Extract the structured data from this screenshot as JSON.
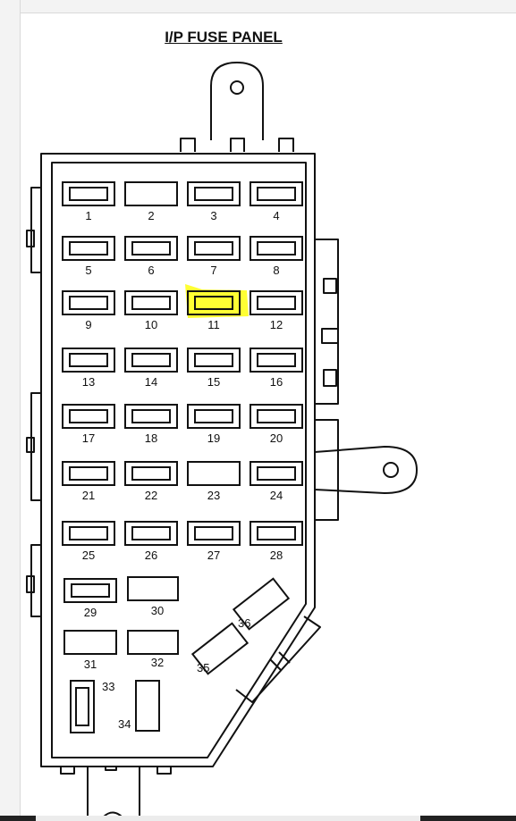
{
  "title": "I/P FUSE PANEL",
  "highlight_color": "#ffff33",
  "highlighted_fuse": "11",
  "fuses": [
    {
      "label": "1",
      "kind": "fuse"
    },
    {
      "label": "2",
      "kind": "relay"
    },
    {
      "label": "3",
      "kind": "fuse"
    },
    {
      "label": "4",
      "kind": "fuse"
    },
    {
      "label": "5",
      "kind": "fuse"
    },
    {
      "label": "6",
      "kind": "fuse"
    },
    {
      "label": "7",
      "kind": "fuse"
    },
    {
      "label": "8",
      "kind": "fuse"
    },
    {
      "label": "9",
      "kind": "fuse"
    },
    {
      "label": "10",
      "kind": "fuse"
    },
    {
      "label": "11",
      "kind": "fuse"
    },
    {
      "label": "12",
      "kind": "fuse"
    },
    {
      "label": "13",
      "kind": "fuse"
    },
    {
      "label": "14",
      "kind": "fuse"
    },
    {
      "label": "15",
      "kind": "fuse"
    },
    {
      "label": "16",
      "kind": "fuse"
    },
    {
      "label": "17",
      "kind": "fuse"
    },
    {
      "label": "18",
      "kind": "fuse"
    },
    {
      "label": "19",
      "kind": "fuse"
    },
    {
      "label": "20",
      "kind": "fuse"
    },
    {
      "label": "21",
      "kind": "fuse"
    },
    {
      "label": "22",
      "kind": "fuse"
    },
    {
      "label": "23",
      "kind": "relay"
    },
    {
      "label": "24",
      "kind": "fuse"
    },
    {
      "label": "25",
      "kind": "fuse"
    },
    {
      "label": "26",
      "kind": "fuse"
    },
    {
      "label": "27",
      "kind": "fuse"
    },
    {
      "label": "28",
      "kind": "fuse"
    },
    {
      "label": "29",
      "kind": "fuse"
    },
    {
      "label": "30",
      "kind": "relay"
    },
    {
      "label": "31",
      "kind": "relay"
    },
    {
      "label": "32",
      "kind": "relay"
    },
    {
      "label": "33",
      "kind": "maxi-fuse"
    },
    {
      "label": "34",
      "kind": "relay"
    },
    {
      "label": "35",
      "kind": "relay"
    },
    {
      "label": "36",
      "kind": "relay"
    }
  ]
}
